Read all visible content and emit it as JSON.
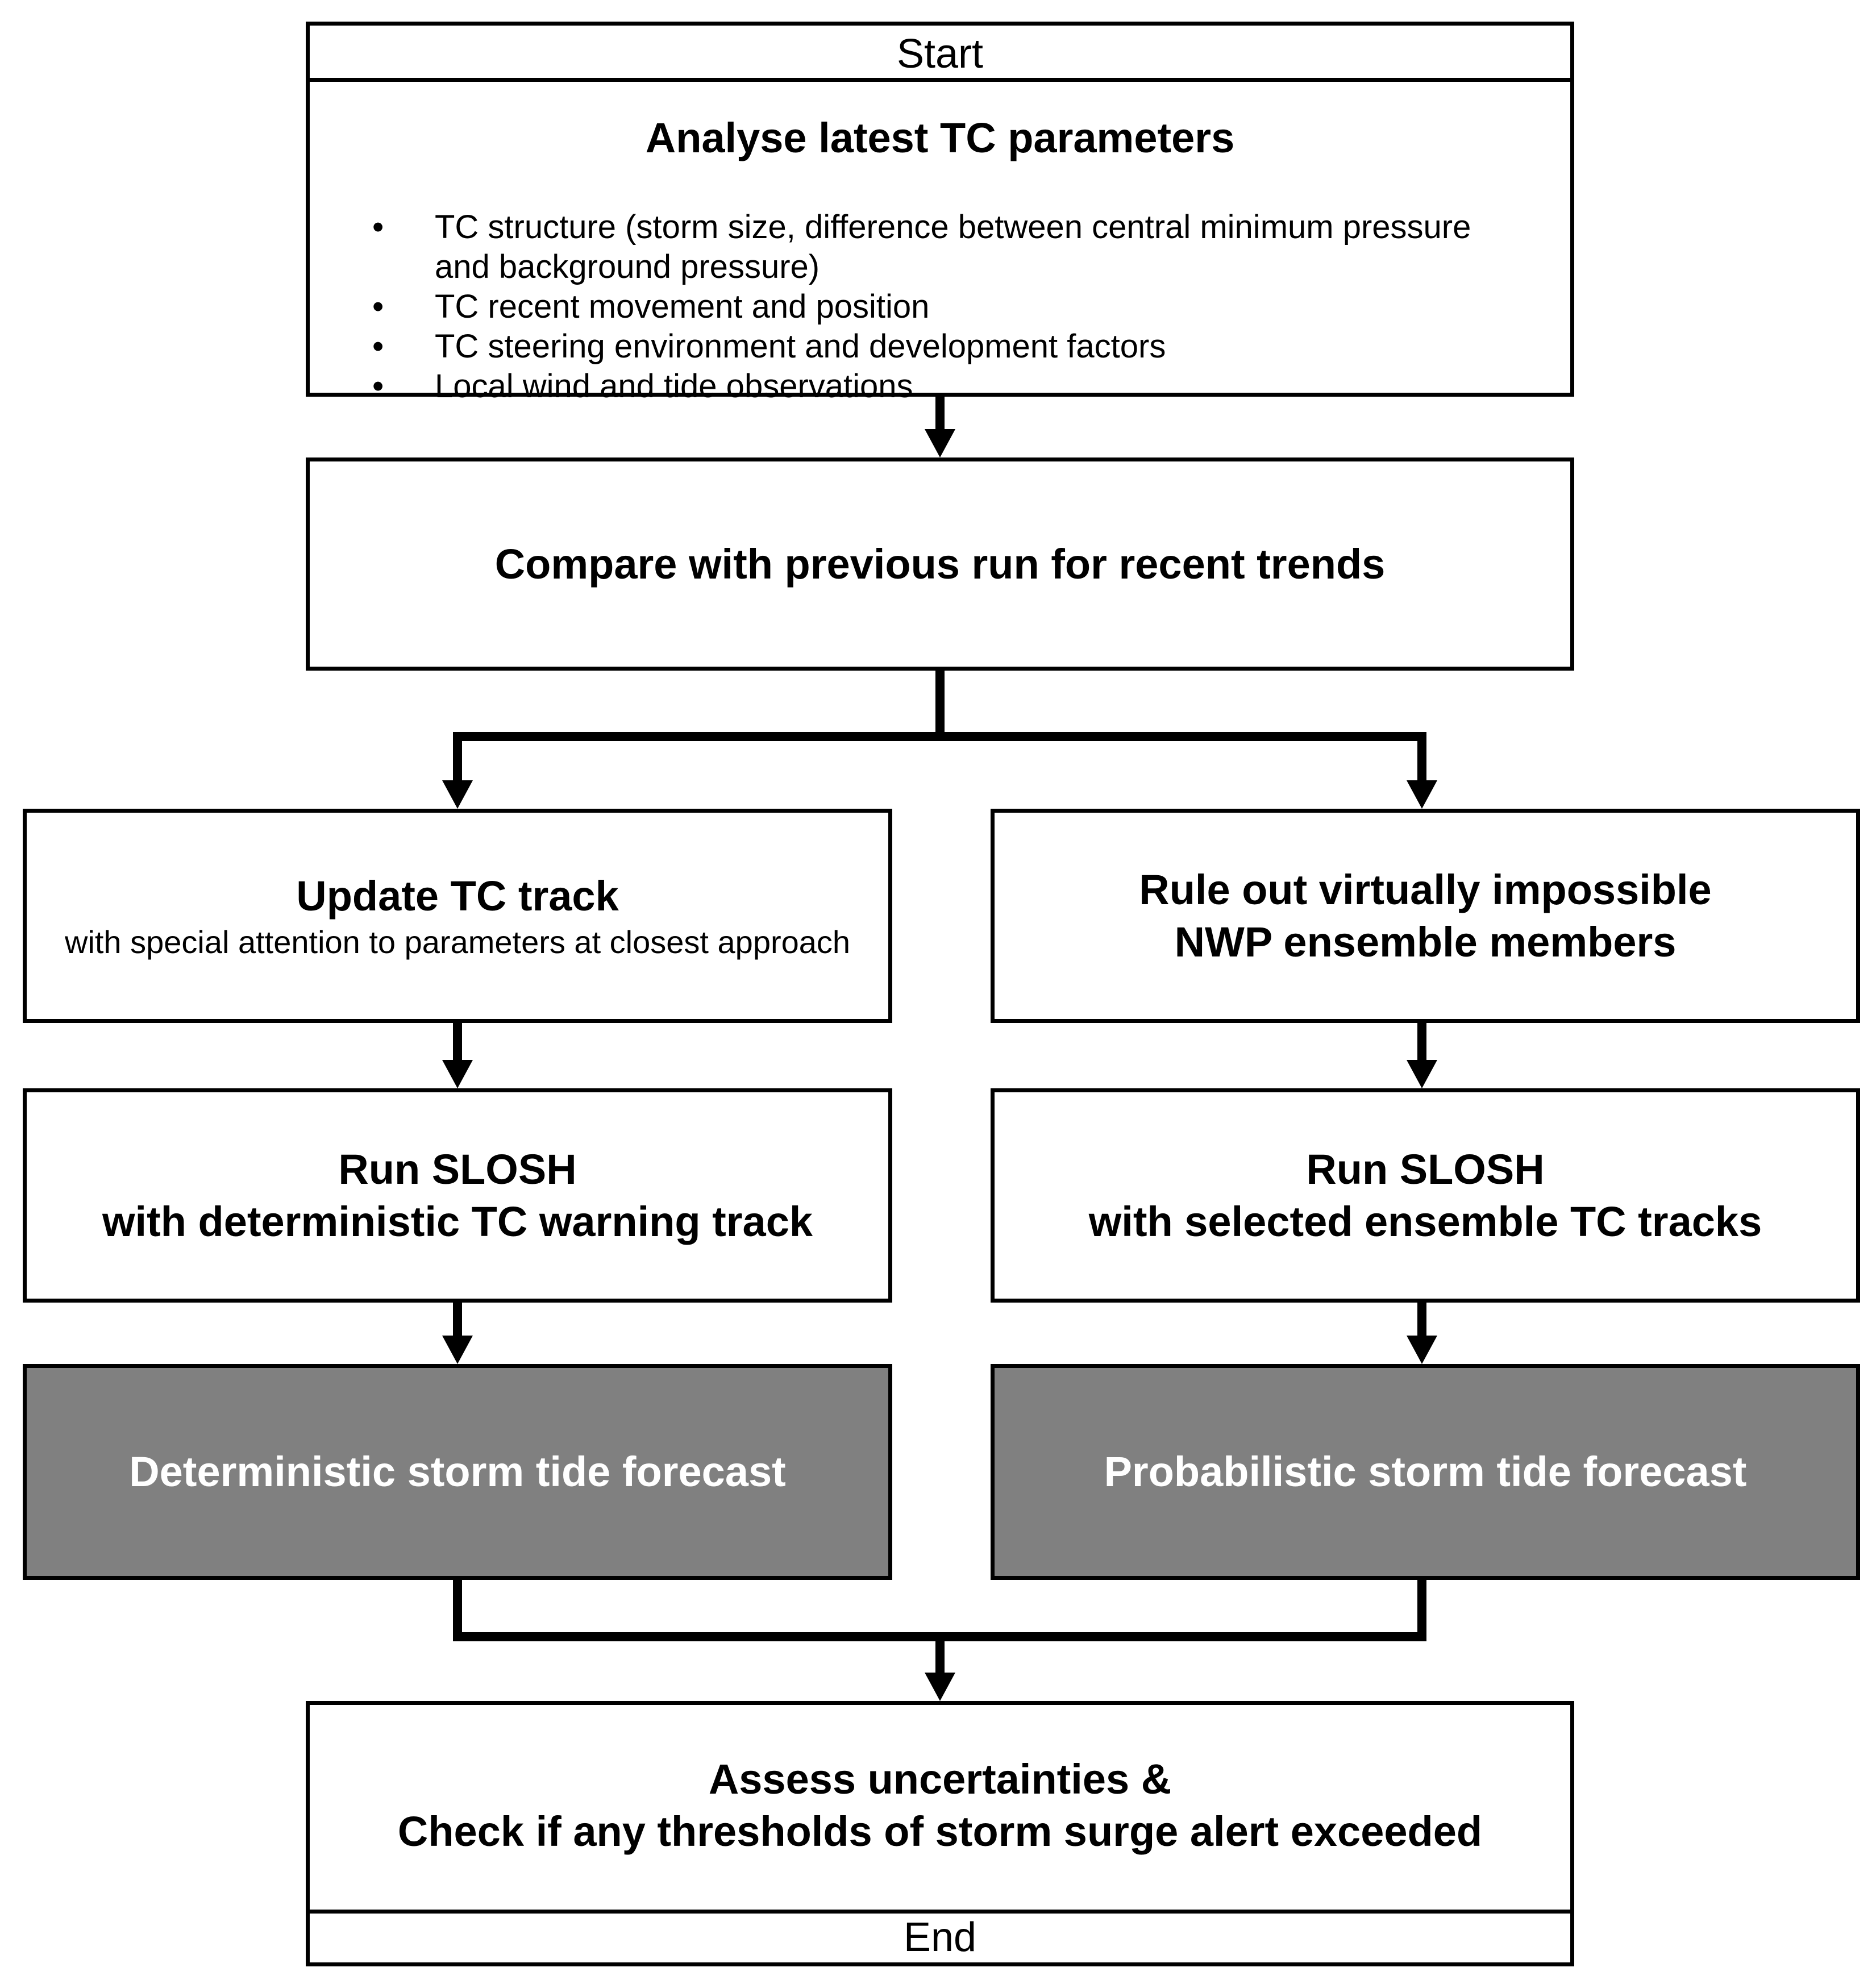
{
  "start_label": "Start",
  "end_label": "End",
  "analyse": {
    "title": "Analyse latest TC parameters",
    "bullets": [
      "TC structure (storm size, difference between central minimum pressure and background pressure)",
      "TC recent movement and position",
      "TC steering environment and development factors",
      "Local wind and tide observations"
    ]
  },
  "compare": {
    "title": "Compare with previous run for recent trends"
  },
  "left": {
    "update_title": "Update TC track",
    "update_sub": "with special attention to parameters at closest approach",
    "run_title_1": "Run SLOSH",
    "run_title_2": "with deterministic TC warning track",
    "forecast": "Deterministic storm tide forecast"
  },
  "right": {
    "rule_title_1": "Rule out virtually impossible",
    "rule_title_2": "NWP ensemble members",
    "run_title_1": "Run SLOSH",
    "run_title_2": "with selected ensemble TC tracks",
    "forecast": "Probabilistic storm tide forecast"
  },
  "assess": {
    "title_1": "Assess uncertainties &",
    "title_2": "Check if any thresholds of storm surge alert exceeded"
  },
  "colors": {
    "line": "#000000",
    "result_fill": "#808080",
    "result_text": "#ffffff"
  }
}
